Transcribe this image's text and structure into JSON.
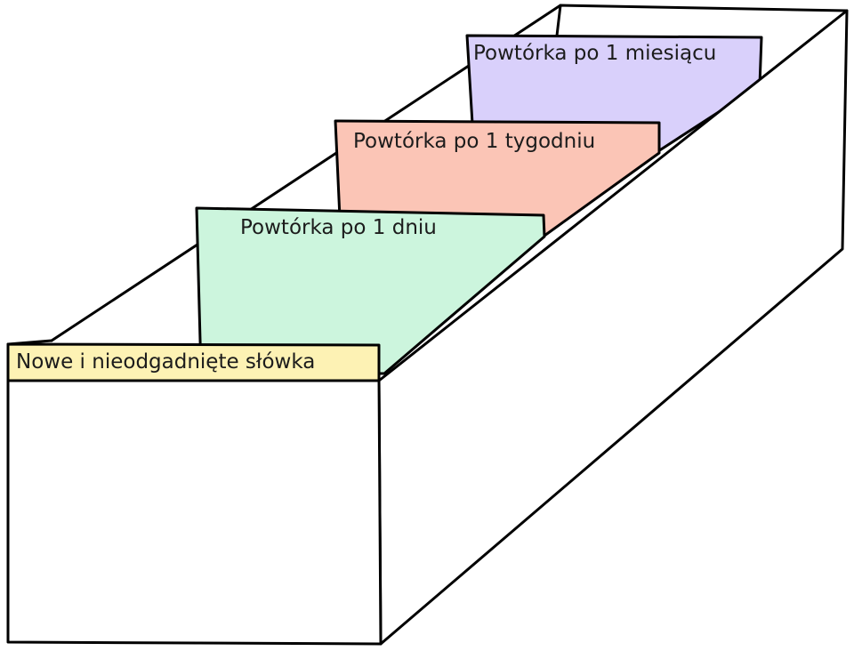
{
  "cards": [
    {
      "id": "month",
      "label": "Powtórka po 1 miesiącu",
      "color": "#d9d0fb"
    },
    {
      "id": "week",
      "label": "Powtórka po 1 tygodniu",
      "color": "#fbc5b6"
    },
    {
      "id": "day",
      "label": "Powtórka po 1 dniu",
      "color": "#ccf5dd"
    },
    {
      "id": "new",
      "label": "Nowe i nieodgadnięte słówka",
      "color": "#fdf2b4"
    }
  ],
  "box": {
    "color": "#ffffff",
    "stroke": "#000000"
  }
}
